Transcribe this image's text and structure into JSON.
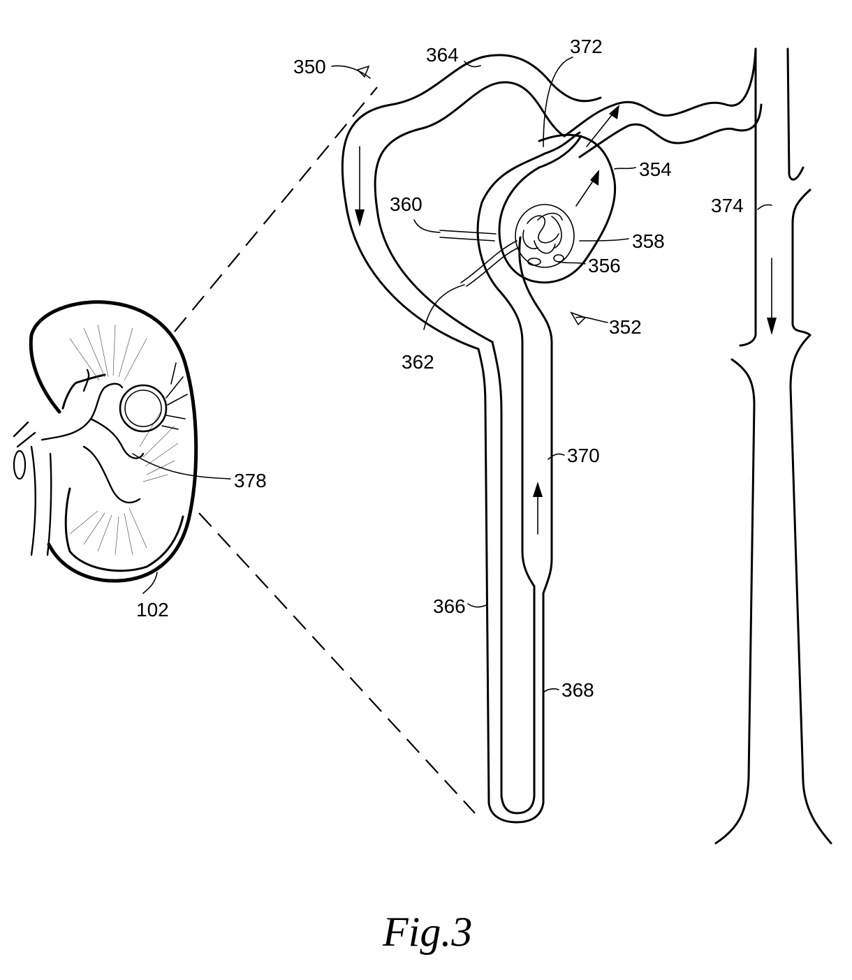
{
  "figure": {
    "caption": "Fig.3",
    "labels": {
      "n102": "102",
      "n350": "350",
      "n352": "352",
      "n354": "354",
      "n356": "356",
      "n358": "358",
      "n360": "360",
      "n362": "362",
      "n364": "364",
      "n366": "366",
      "n368": "368",
      "n370": "370",
      "n372": "372",
      "n374": "374",
      "n378": "378"
    }
  }
}
